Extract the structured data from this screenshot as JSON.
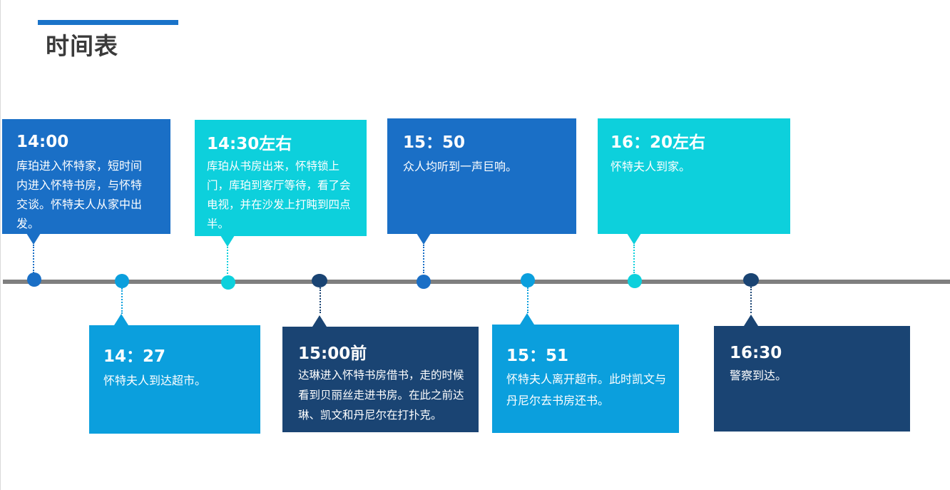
{
  "page": {
    "title": "时间表"
  },
  "colors": {
    "blue": "#1a6fc6",
    "cyan": "#0dd0dc",
    "sky": "#0b9fdd",
    "navy": "#1a4473",
    "axis": "#7f7f7f",
    "accent_bar": "#1a73c9"
  },
  "events": [
    {
      "time": "14:00",
      "desc": "库珀进入怀特家，短时间内进入怀特书房，与怀特交谈。怀特夫人从家中出发。"
    },
    {
      "time": "14：27",
      "desc": "怀特夫人到达超市。"
    },
    {
      "time": "14:30左右",
      "desc": "库珀从书房出来，怀特锁上门，库珀到客厅等待，看了会电视，并在沙发上打盹到四点半。"
    },
    {
      "time": "15:00前",
      "desc": "达琳进入怀特书房借书，走的时候看到贝丽丝走进书房。在此之前达琳、凯文和丹尼尔在打扑克。"
    },
    {
      "time": "15：50",
      "desc": "众人均听到一声巨响。"
    },
    {
      "time": "15：51",
      "desc": "怀特夫人离开超市。此时凯文与丹尼尔去书房还书。"
    },
    {
      "time": "16：20左右",
      "desc": "怀特夫人到家。"
    },
    {
      "time": "16:30",
      "desc": "警察到达。"
    }
  ]
}
